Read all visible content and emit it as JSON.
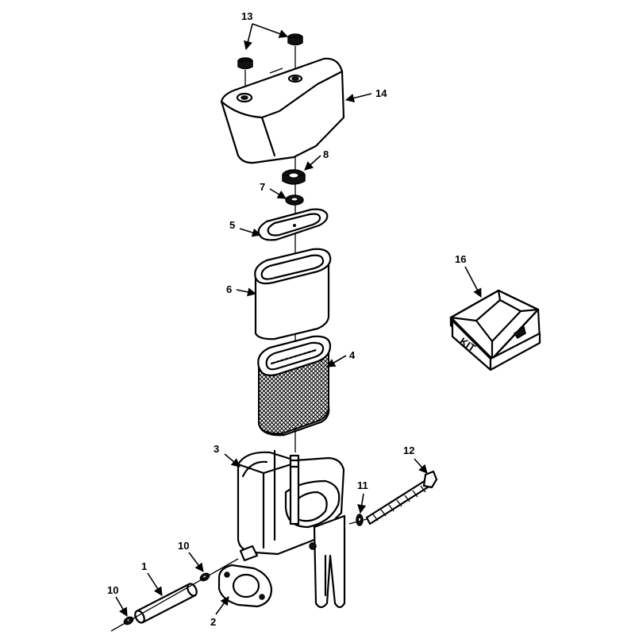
{
  "callouts": [
    {
      "id": "c13",
      "text": "13"
    },
    {
      "id": "c14",
      "text": "14"
    },
    {
      "id": "c8",
      "text": "8"
    },
    {
      "id": "c7",
      "text": "7"
    },
    {
      "id": "c5",
      "text": "5"
    },
    {
      "id": "c16",
      "text": "16"
    },
    {
      "id": "c6",
      "text": "6"
    },
    {
      "id": "c4",
      "text": "4"
    },
    {
      "id": "c3",
      "text": "3"
    },
    {
      "id": "c12",
      "text": "12"
    },
    {
      "id": "c11",
      "text": "11"
    },
    {
      "id": "c10a",
      "text": "10"
    },
    {
      "id": "c1",
      "text": "1"
    },
    {
      "id": "c10b",
      "text": "10"
    },
    {
      "id": "c2",
      "text": "2"
    }
  ],
  "kit_box": {
    "label": "KIT"
  }
}
